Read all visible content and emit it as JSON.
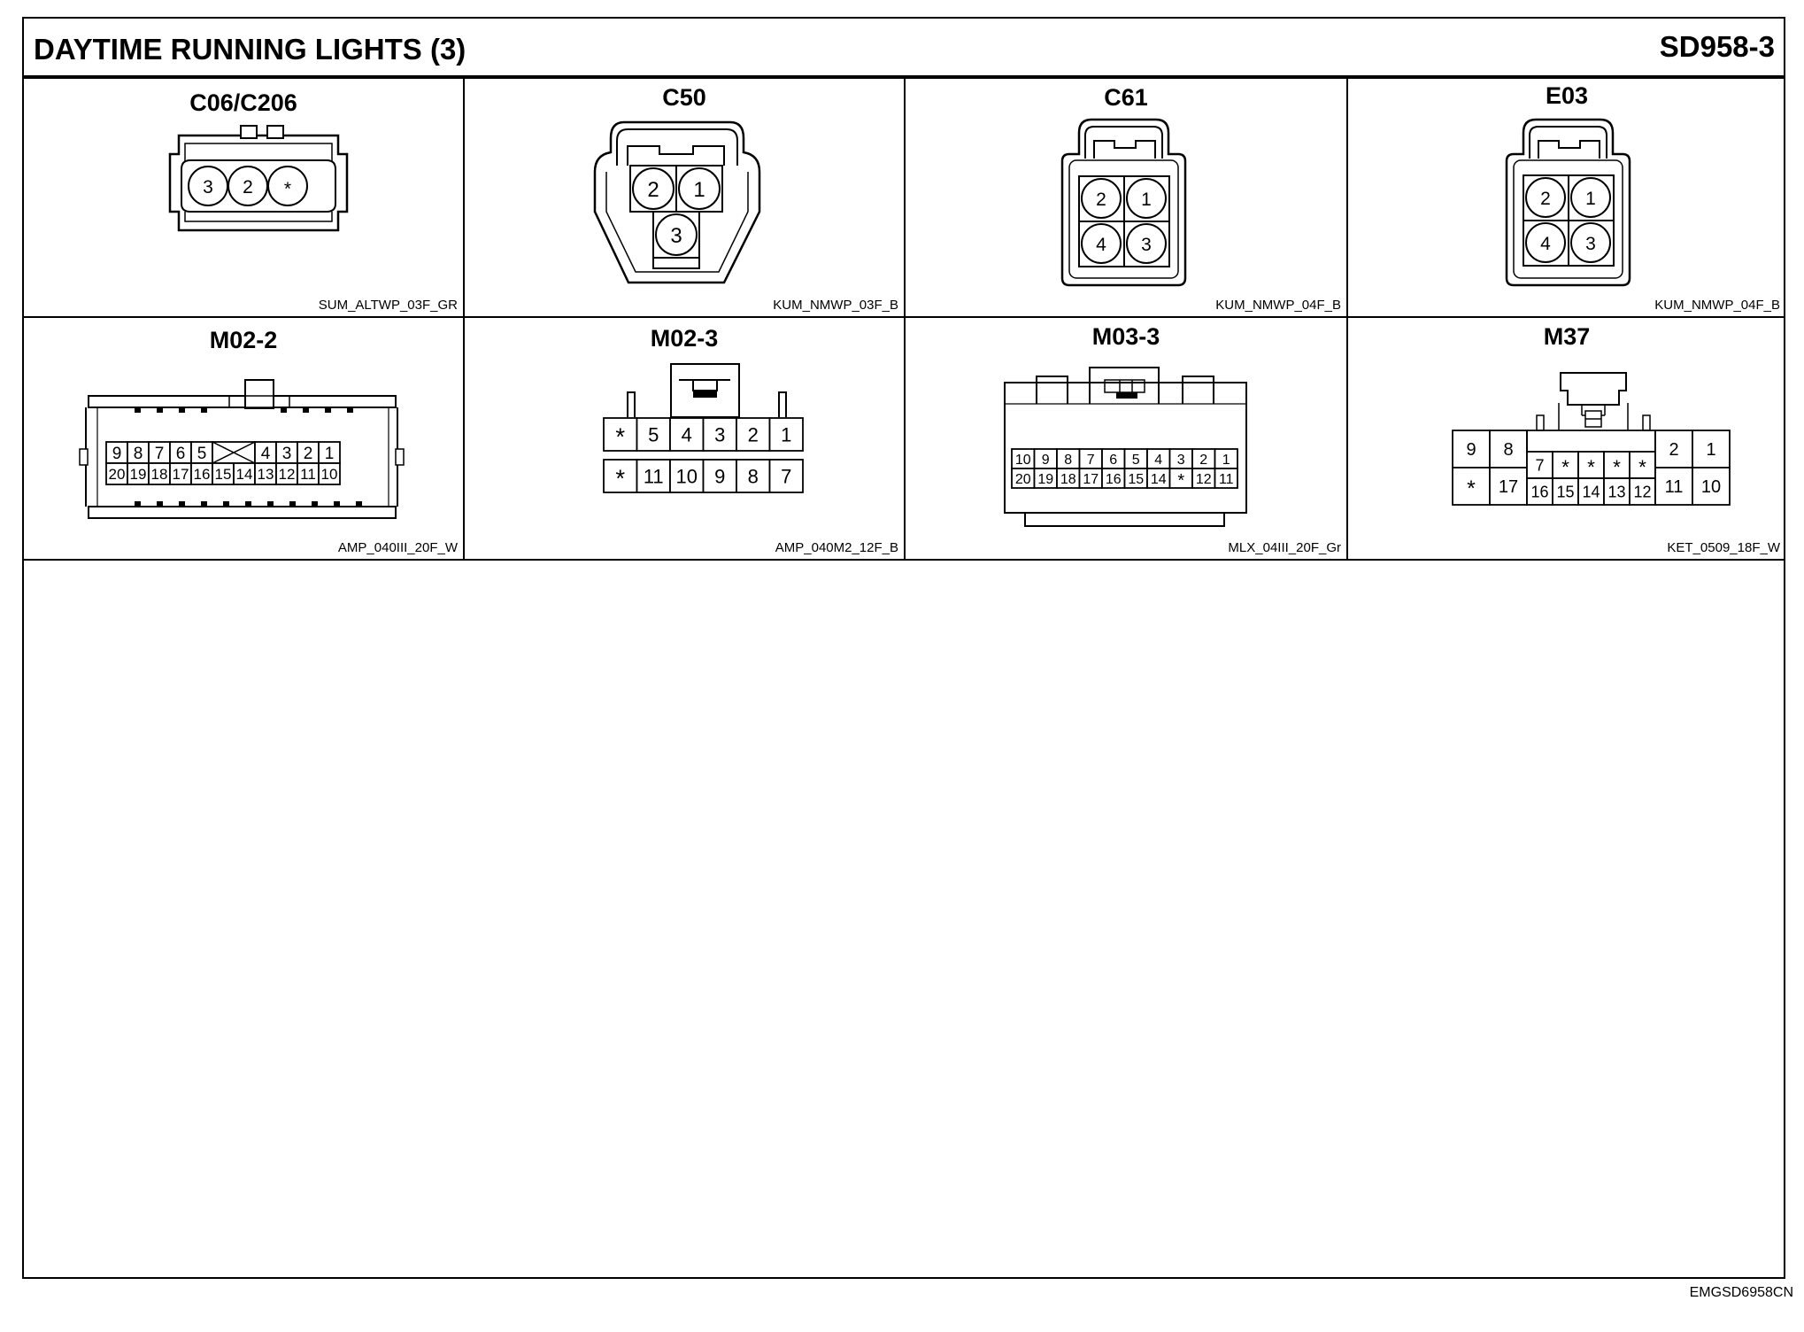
{
  "header": {
    "title": "DAYTIME RUNNING LIGHTS (3)",
    "page_id": "SD958-3"
  },
  "connectors": [
    {
      "name": "C06/C206",
      "code": "SUM_ALTWP_03F_GR",
      "pins": [
        "3",
        "2",
        "*"
      ]
    },
    {
      "name": "C50",
      "code": "KUM_NMWP_03F_B",
      "pins": [
        "2",
        "1",
        "3"
      ]
    },
    {
      "name": "C61",
      "code": "KUM_NMWP_04F_B",
      "pins": [
        "2",
        "1",
        "4",
        "3"
      ]
    },
    {
      "name": "E03",
      "code": "KUM_NMWP_04F_B",
      "pins": [
        "2",
        "1",
        "4",
        "3"
      ]
    },
    {
      "name": "M02-2",
      "code": "AMP_040III_20F_W",
      "top_row": [
        "9",
        "8",
        "7",
        "6",
        "5",
        "4",
        "3",
        "2",
        "1"
      ],
      "bottom_row": [
        "20",
        "19",
        "18",
        "17",
        "16",
        "15",
        "14",
        "13",
        "12",
        "11",
        "10"
      ]
    },
    {
      "name": "M02-3",
      "code": "AMP_040M2_12F_B",
      "top_row": [
        "*",
        "5",
        "4",
        "3",
        "2",
        "1"
      ],
      "bottom_row": [
        "*",
        "11",
        "10",
        "9",
        "8",
        "7"
      ]
    },
    {
      "name": "M03-3",
      "code": "MLX_04III_20F_Gr",
      "top_row": [
        "10",
        "9",
        "8",
        "7",
        "6",
        "5",
        "4",
        "3",
        "2",
        "1"
      ],
      "bottom_row": [
        "20",
        "19",
        "18",
        "17",
        "16",
        "15",
        "14",
        "*",
        "12",
        "11"
      ]
    },
    {
      "name": "M37",
      "code": "KET_0509_18F_W",
      "left_top": [
        "9",
        "8"
      ],
      "left_bottom": [
        "*",
        "17"
      ],
      "mid_top": [
        "7",
        "*",
        "*",
        "*",
        "*"
      ],
      "mid_bottom": [
        "16",
        "15",
        "14",
        "13",
        "12"
      ],
      "right_top": [
        "2",
        "1"
      ],
      "right_bottom": [
        "11",
        "10"
      ]
    }
  ],
  "footer": {
    "doc_code": "EMGSD6958CN"
  }
}
